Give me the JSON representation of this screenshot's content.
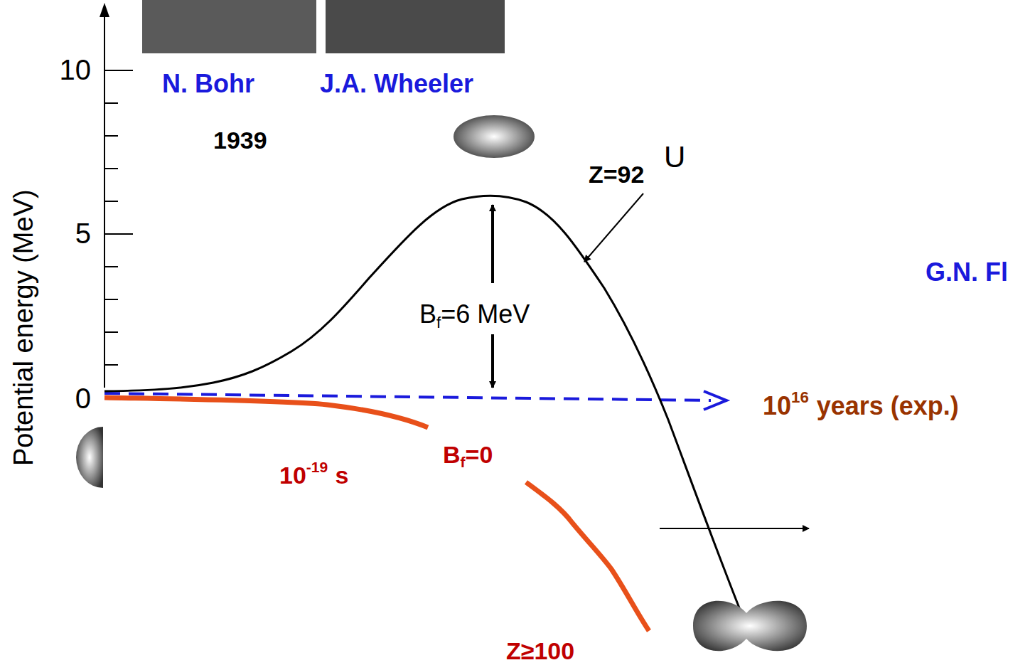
{
  "diagram": {
    "labels": [
      "10",
      "5",
      "0",
      "Potential energy (MeV)",
      "N. Bohr",
      "J.A. Wheeler",
      "1939",
      "Z=92",
      "U",
      "B",
      "f",
      "=6 MeV",
      "G.N. Fl",
      "10",
      "16",
      "years  (exp.)",
      "10",
      "-19",
      "s",
      "B",
      "f",
      "=0",
      "Z≥100"
    ]
  }
}
